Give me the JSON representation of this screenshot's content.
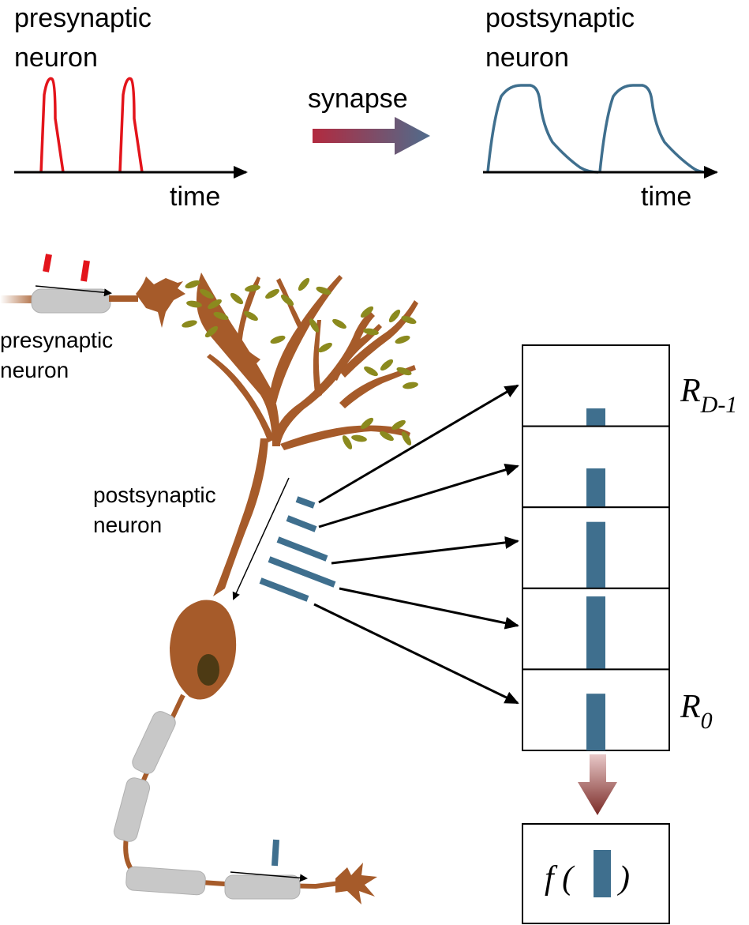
{
  "top_left": {
    "title_line1": "presynaptic",
    "title_line2": "neuron",
    "time_label": "time",
    "spike_color": "#e3141b"
  },
  "synapse": {
    "label": "synapse",
    "arrow_color_start": "#b22a3f",
    "arrow_color_end": "#4f6c8c"
  },
  "top_right": {
    "title_line1": "postsynaptic",
    "title_line2": "neuron",
    "time_label": "time",
    "response_color": "#3f6f8e"
  },
  "neuron_labels": {
    "pre_line1": "presynaptic",
    "pre_line2": "neuron",
    "post_line1": "postsynaptic",
    "post_line2": "neuron"
  },
  "registers": {
    "top_label_main": "R",
    "top_label_sub": "D-1",
    "bottom_label_main": "R",
    "bottom_label_sub": "0",
    "count": 5,
    "bar_levels": [
      0.22,
      0.48,
      0.82,
      0.9,
      0.7
    ],
    "bar_color": "#3f6f8e"
  },
  "function_box": {
    "prefix": "f (",
    "suffix": ")"
  },
  "colors": {
    "neuron_brown": "#a65b2a",
    "spine_olive": "#8b8a1e",
    "myelin_gray": "#c8c8c8",
    "nucleus": "#4d3a14",
    "down_arrow": "#7a2a26"
  }
}
